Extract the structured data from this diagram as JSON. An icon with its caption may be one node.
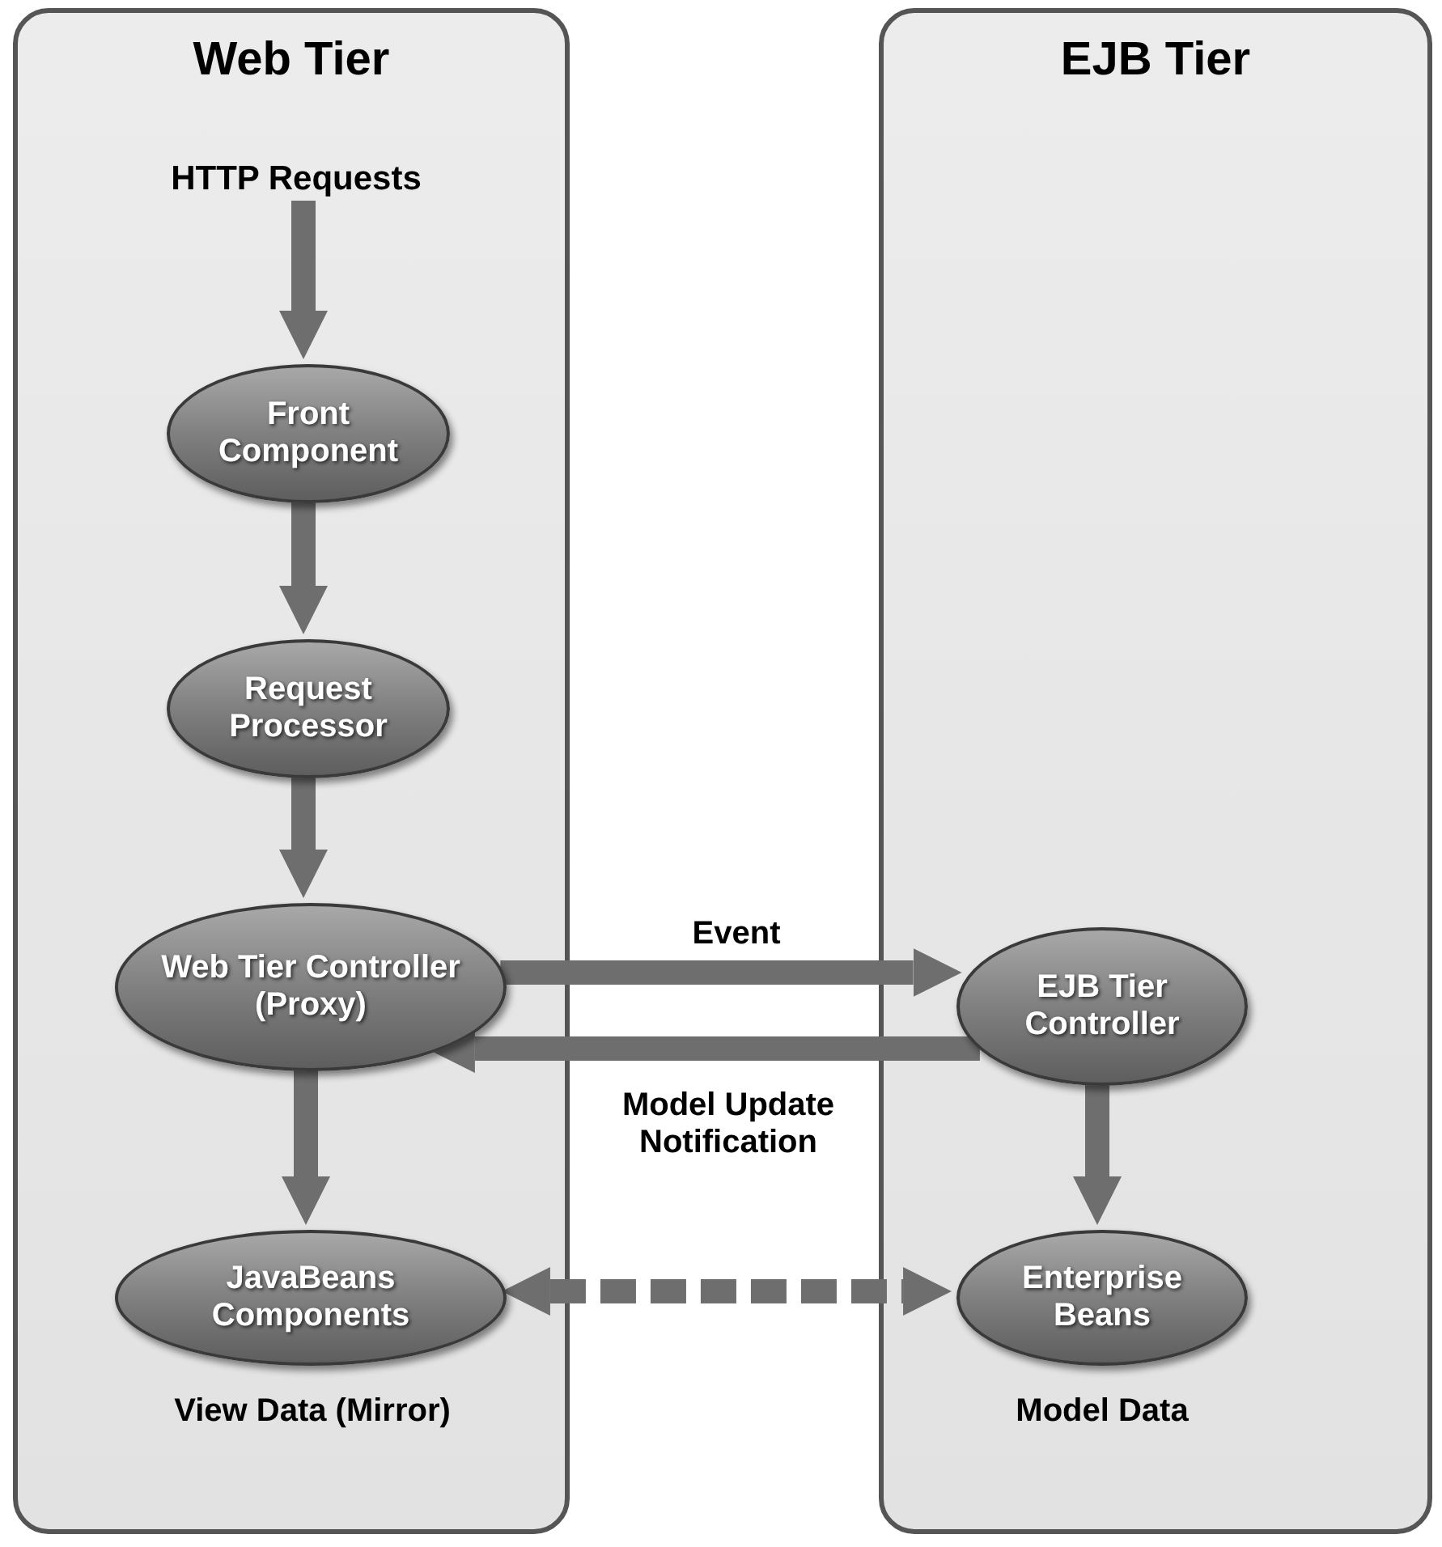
{
  "diagram": {
    "nodes": [
      {
        "text": [
          "Web Tier"
        ]
      },
      {
        "text": [
          "EJB Tier"
        ]
      },
      {
        "text": [
          "HTTP Requests"
        ],
        "in": 0
      },
      {
        "text": [
          "Front Component"
        ],
        "in": 0
      },
      {
        "text": [
          "Request Processor"
        ],
        "in": 0
      },
      {
        "text": [
          "Web Tier Controller (Proxy)"
        ],
        "in": 0
      },
      {
        "text": [
          "JavaBeans Components"
        ],
        "in": 0,
        "beside": [
          "View Data (Mirror)"
        ]
      },
      {
        "text": [
          "EJB Tier Controller"
        ],
        "in": 1
      },
      {
        "text": [
          "Enterprise Beans"
        ],
        "in": 1,
        "beside": [
          "Model Data"
        ]
      }
    ],
    "edges": [
      {
        "from": 2,
        "to": 3,
        "arrow": "to"
      },
      {
        "from": 3,
        "to": 4,
        "arrow": "to"
      },
      {
        "from": 4,
        "to": 5,
        "arrow": "to"
      },
      {
        "from": 5,
        "to": 7,
        "arrow": "to",
        "label": "Event"
      },
      {
        "from": 7,
        "to": 5,
        "arrow": "to",
        "label": "Model Update Notification"
      },
      {
        "from": 5,
        "to": 6,
        "arrow": "to"
      },
      {
        "from": 7,
        "to": 8,
        "arrow": "to"
      },
      {
        "from": 6,
        "to": 8,
        "arrow": "both",
        "style": "dashed"
      }
    ]
  }
}
